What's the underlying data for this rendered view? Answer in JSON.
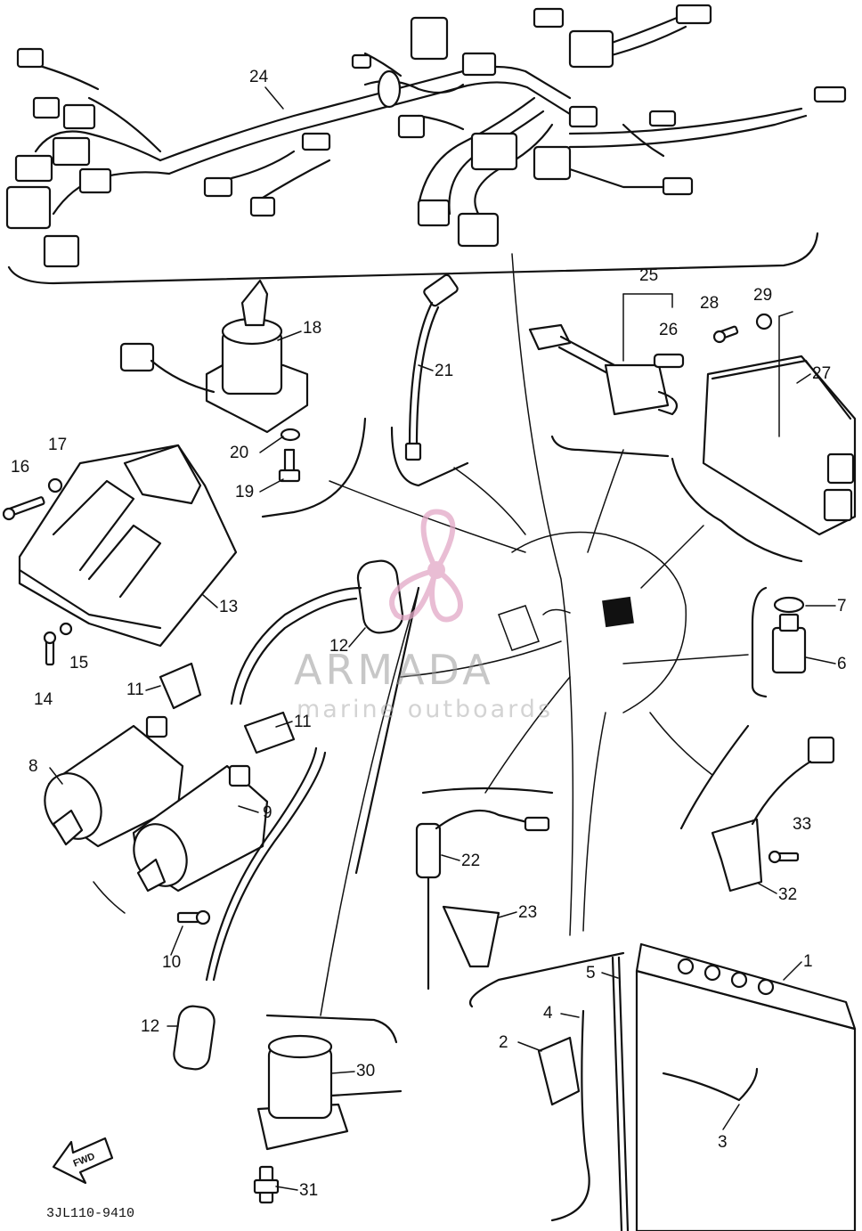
{
  "watermark": {
    "title": "ARMADA",
    "subtitle": "marine outboards"
  },
  "drawing_code": "3JL110-9410",
  "fwd_arrow_label": "FWD",
  "callouts": {
    "c1": "1",
    "c2": "2",
    "c3": "3",
    "c4": "4",
    "c5": "5",
    "c6": "6",
    "c7": "7",
    "c8": "8",
    "c9": "9",
    "c10": "10",
    "c11a": "11",
    "c11b": "11",
    "c12a": "12",
    "c12b": "12",
    "c13": "13",
    "c14": "14",
    "c15": "15",
    "c16": "16",
    "c17": "17",
    "c18": "18",
    "c19": "19",
    "c20": "20",
    "c21": "21",
    "c22": "22",
    "c23": "23",
    "c24": "24",
    "c25": "25",
    "c26": "26",
    "c27": "27",
    "c28": "28",
    "c29": "29",
    "c30": "30",
    "c31": "31",
    "c32": "32",
    "c33": "33"
  },
  "colors": {
    "ink": "#111111",
    "watermark_pink": "#e2a8c6",
    "watermark_gray": "#9a9a9a"
  }
}
